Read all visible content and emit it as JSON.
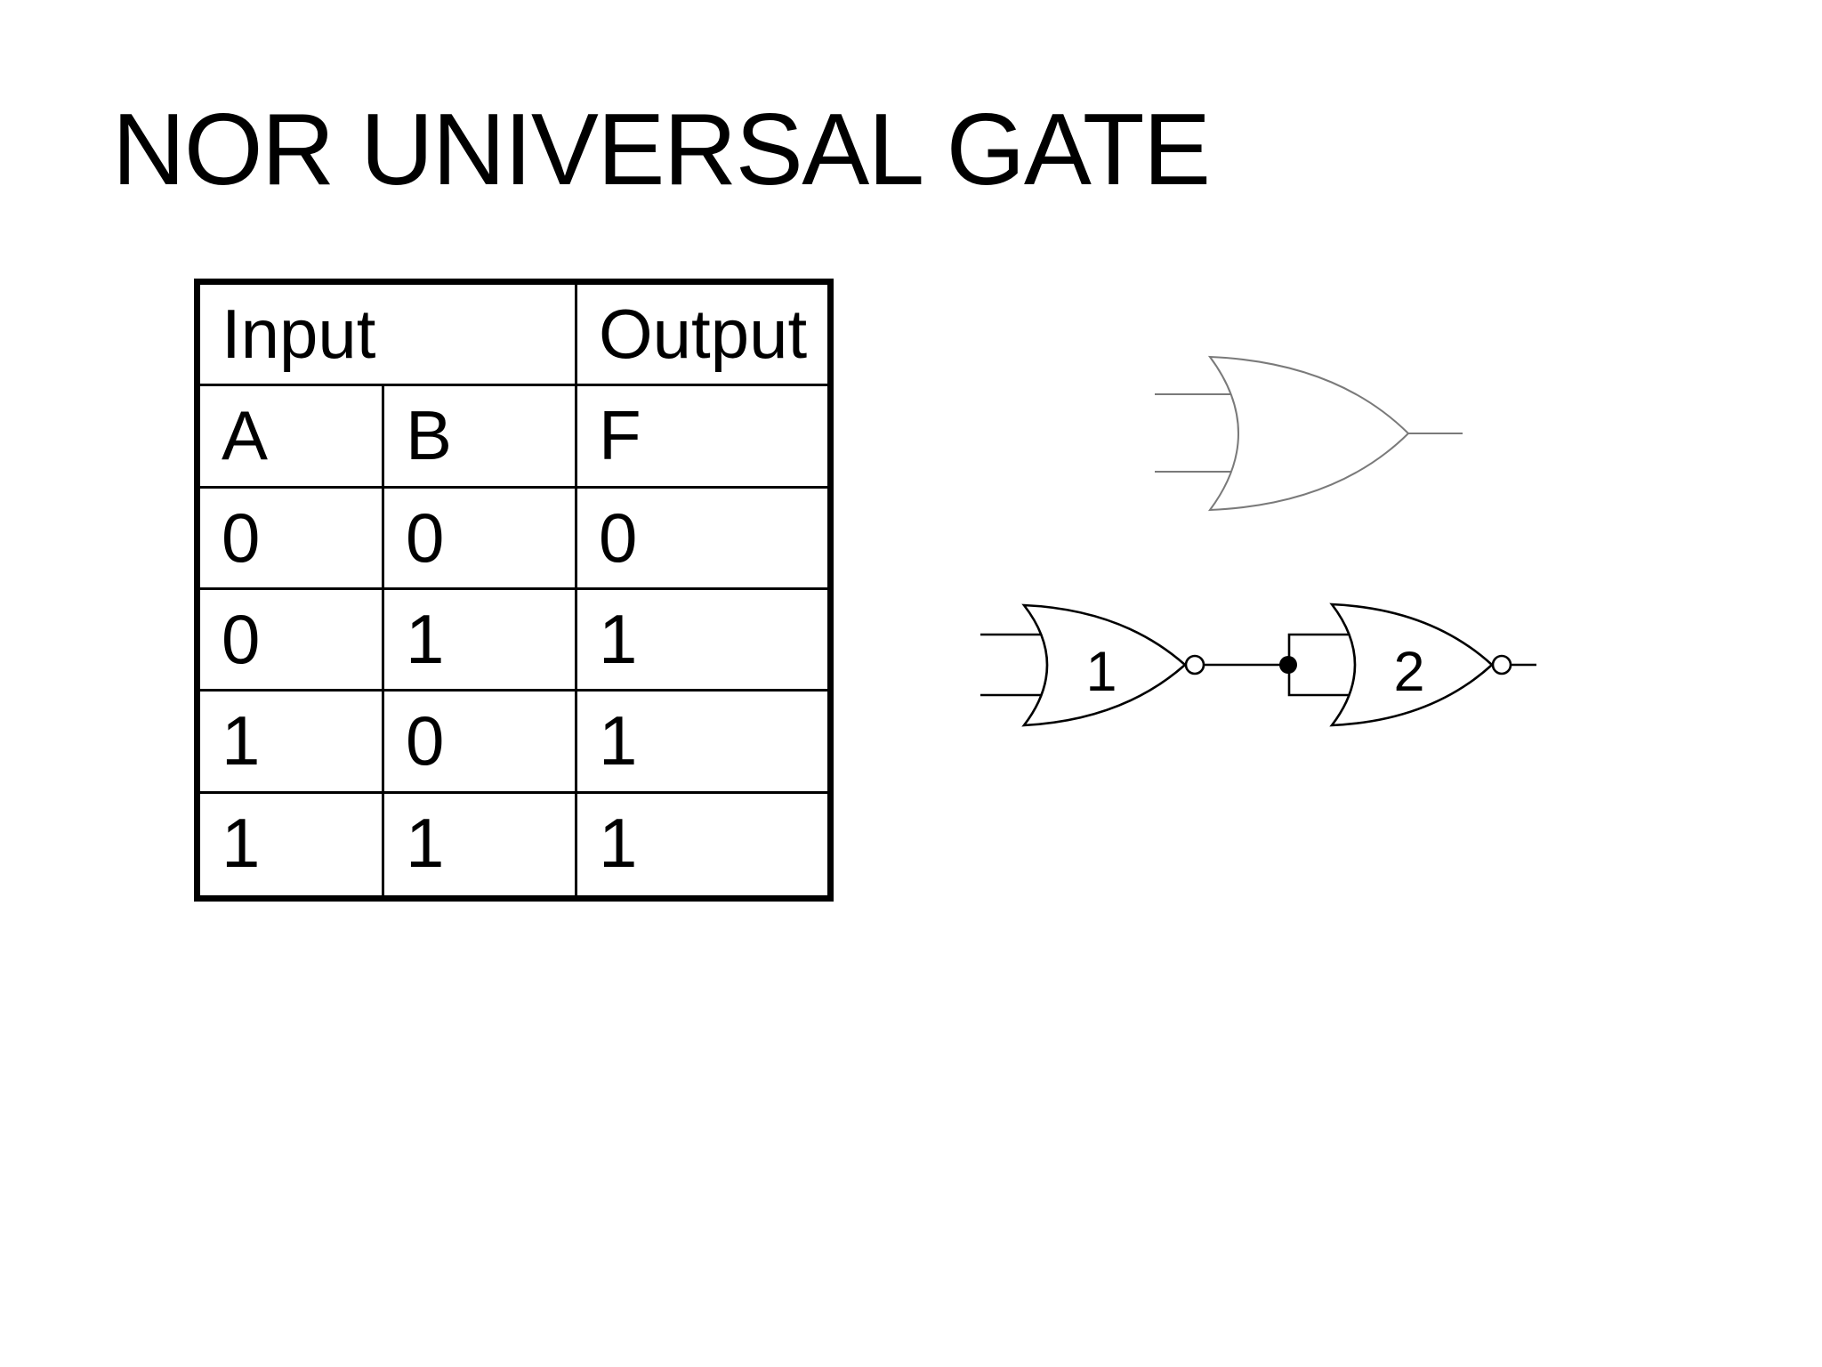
{
  "slide": {
    "title": "NOR UNIVERSAL GATE",
    "background_color": "#ffffff",
    "text_color": "#000000"
  },
  "truth_table": {
    "input_label": "Input",
    "output_label": "Output",
    "columns": [
      "A",
      "B",
      "F"
    ],
    "rows": [
      [
        "0",
        "0",
        "0"
      ],
      [
        "0",
        "1",
        "1"
      ],
      [
        "1",
        "0",
        "1"
      ],
      [
        "1",
        "1",
        "1"
      ]
    ]
  },
  "diagram": {
    "or_gate": {
      "type": "or-gate",
      "stroke_color": "#7a7a7a"
    },
    "nor_gate_1": {
      "type": "nor-gate",
      "label": "1"
    },
    "nor_gate_2": {
      "type": "nor-gate",
      "label": "2"
    },
    "stroke_color": "#000000"
  }
}
